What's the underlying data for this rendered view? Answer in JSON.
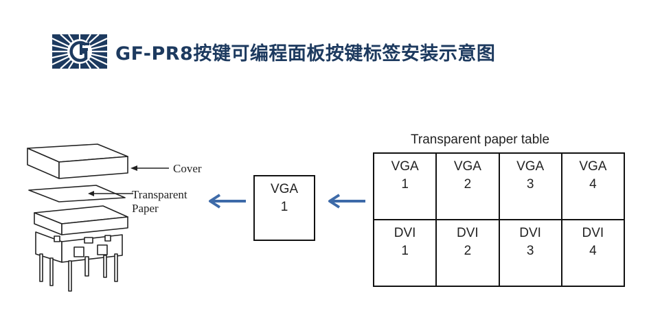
{
  "header": {
    "logo": "gf-logo-icon",
    "title": "GF-PR8按键可编程面板按键标签安装示意图",
    "brand_color": "#1d3a5f"
  },
  "switch_diagram": {
    "labels": {
      "cover": "Cover",
      "transparent_line1": "Transparent",
      "transparent_line2": "Paper"
    }
  },
  "label_preview": {
    "line1": "VGA",
    "line2": "1"
  },
  "arrow_color": "#3d6aa8",
  "paper_table": {
    "title": "Transparent paper table",
    "rows": [
      [
        {
          "l1": "VGA",
          "l2": "1"
        },
        {
          "l1": "VGA",
          "l2": "2"
        },
        {
          "l1": "VGA",
          "l2": "3"
        },
        {
          "l1": "VGA",
          "l2": "4"
        }
      ],
      [
        {
          "l1": "DVI",
          "l2": "1"
        },
        {
          "l1": "DVI",
          "l2": "2"
        },
        {
          "l1": "DVI",
          "l2": "3"
        },
        {
          "l1": "DVI",
          "l2": "4"
        }
      ]
    ]
  }
}
